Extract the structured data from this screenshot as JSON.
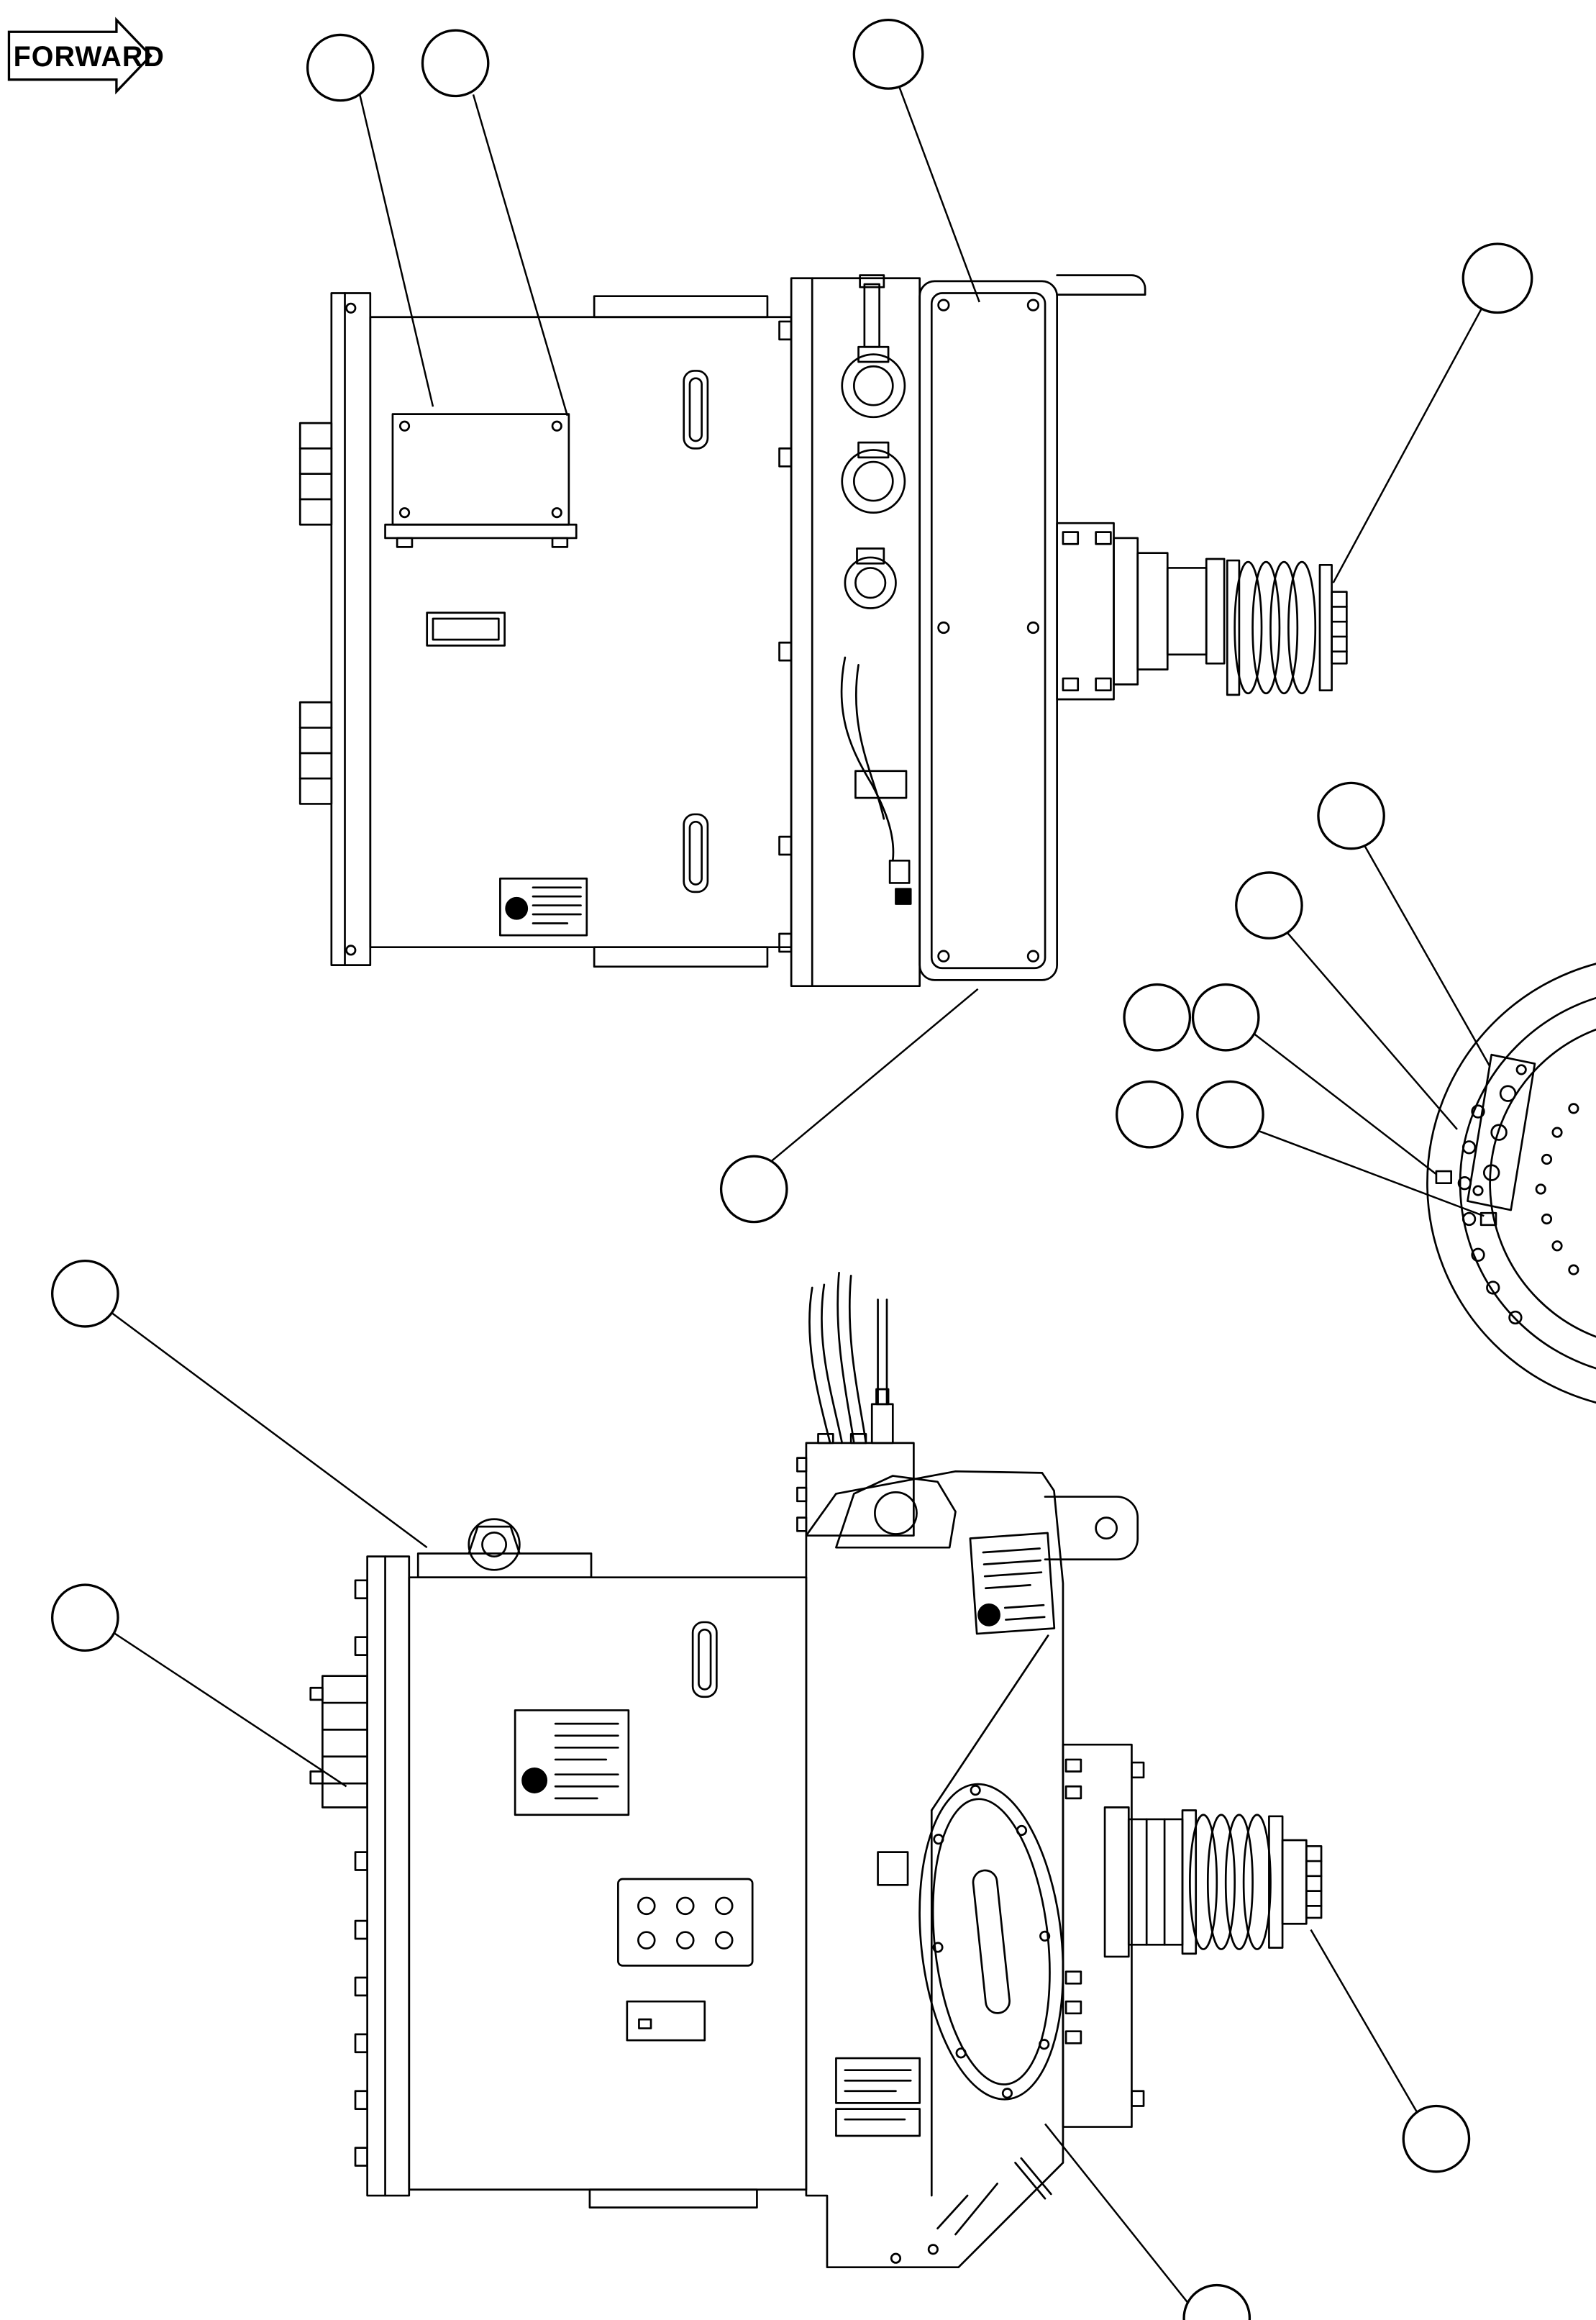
{
  "colors": {
    "background": "#ffffff",
    "line": "#000000"
  },
  "header": {
    "forward_label": "FORWARD"
  },
  "figure": {
    "type": "parts-diagram",
    "views": 2,
    "callouts": {
      "upper_view_count": 11,
      "lower_view_count": 4,
      "total": 15
    }
  }
}
